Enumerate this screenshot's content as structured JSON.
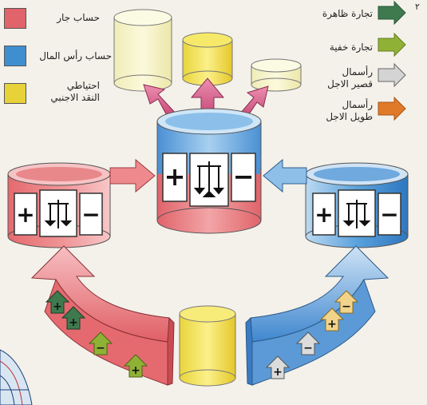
{
  "page_number": "٢",
  "legend_left": [
    {
      "label": "حساب جار",
      "color": "#e0646a"
    },
    {
      "label": "حساب رأس المال",
      "color": "#3f8fd0"
    },
    {
      "label": "احتياطي\nالنقد الاجنبي",
      "color": "#e8d23a"
    }
  ],
  "legend_right": [
    {
      "label": "تجارة ظاهرة",
      "color": "#3f7a4f"
    },
    {
      "label": "تجارة خفية",
      "color": "#8fb236"
    },
    {
      "label": "رأسمال\nقصير الاجل",
      "color": "#c8c8c8"
    },
    {
      "label": "رأسمال\nطويل الاجل",
      "color": "#e07a28"
    }
  ],
  "symbols": {
    "plus": "+",
    "minus": "−"
  },
  "colors": {
    "current_account": "#e0646a",
    "capital_account": "#3f8fd0",
    "reserves": "#e8d23a",
    "flow_arrow": "#d95b8a",
    "reserve_pale": "#f3f0bf"
  }
}
